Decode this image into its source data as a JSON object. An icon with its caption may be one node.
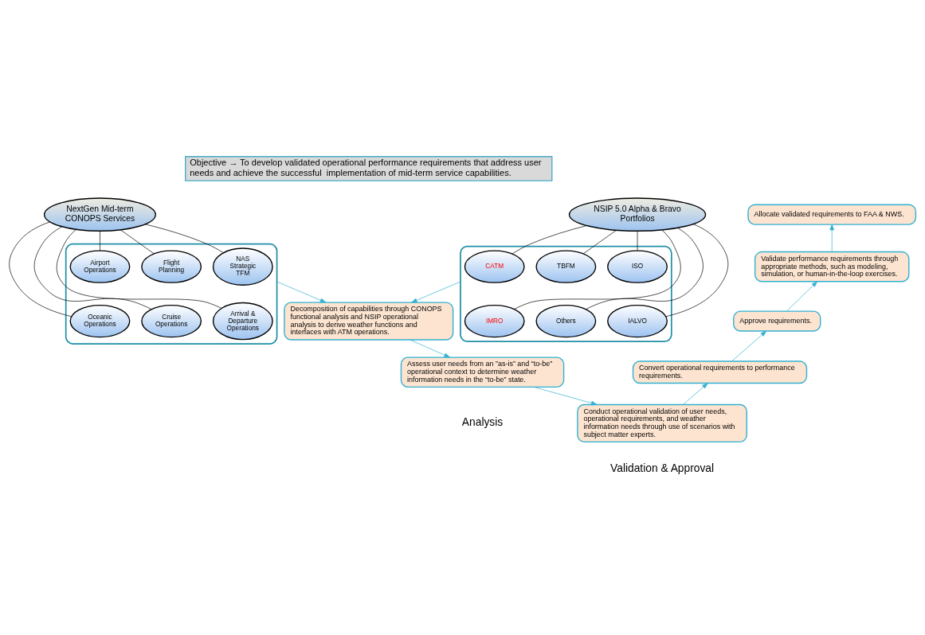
{
  "diagram": {
    "nodes": [
      {
        "text": [
          "Objective → To develop validated operational performance requirements that address user needs and achieve the successful  implementation of mid-term service capabilities."
        ]
      },
      {
        "text": [
          "NextGen Mid-term CONOPS Services"
        ]
      },
      {
        "text": [],
        "shape": "box"
      },
      {
        "text": [
          "NAS Strategic TFM"
        ],
        "in": 2
      },
      {
        "text": [
          "Flight Planning"
        ],
        "in": 2
      },
      {
        "text": [
          "Airport Operations"
        ],
        "in": 2
      },
      {
        "text": [
          "Arrival & Departure Operations"
        ],
        "in": 2
      },
      {
        "text": [
          "Cruise Operations"
        ],
        "in": 2
      },
      {
        "text": [
          "Oceanic Operations"
        ],
        "in": 2
      },
      {
        "text": [
          "NSIP 5.0 Alpha & Bravo Portfolios"
        ]
      },
      {
        "text": [],
        "shape": "box"
      },
      {
        "text": [
          "CATM"
        ],
        "in": 10
      },
      {
        "text": [
          "ISO"
        ],
        "in": 10
      },
      {
        "text": [
          "TBFM"
        ],
        "in": 10
      },
      {
        "text": [
          "IMRO"
        ],
        "in": 10
      },
      {
        "text": [
          "IALVO"
        ],
        "in": 10
      },
      {
        "text": [
          "Others"
        ],
        "in": 10
      },
      {
        "text": [
          "Decomposition of capabilities through CONOPS functional analysis and NSIP operational analysis to derive weather functions and interfaces with ATM operations."
        ]
      },
      {
        "text": [
          "Assess user needs from an ”as-is” and “to-be” operational context to determine weather information needs in the “to-be” state."
        ]
      },
      {
        "text": [
          "Conduct operational validation of user needs, operational requirements, and weather information needs through use of scenarios with subject matter experts."
        ]
      },
      {
        "text": [
          "Convert operational requirements to performance requirements."
        ]
      },
      {
        "text": [
          "Approve requirements."
        ]
      },
      {
        "text": [
          "Validate performance requirements through appropriate methods, such as modeling, simulation, or human-in-the-loop exercises."
        ]
      },
      {
        "text": [
          "Allocate validated requirements to FAA & NWS."
        ]
      }
    ],
    "edges": [
      {
        "from": 1,
        "to": 3,
        "arrow": "none"
      },
      {
        "from": 1,
        "to": 6,
        "arrow": "none"
      },
      {
        "from": 1,
        "to": 4,
        "arrow": "none"
      },
      {
        "from": 1,
        "to": 7,
        "arrow": "none"
      },
      {
        "from": 1,
        "to": 5,
        "arrow": "none"
      },
      {
        "from": 1,
        "to": 8,
        "arrow": "none"
      },
      {
        "from": 9,
        "to": 11,
        "arrow": "none"
      },
      {
        "from": 9,
        "to": 14,
        "arrow": "none"
      },
      {
        "from": 9,
        "to": 12,
        "arrow": "none"
      },
      {
        "from": 9,
        "to": 15,
        "arrow": "none"
      },
      {
        "from": 9,
        "to": 13,
        "arrow": "none"
      },
      {
        "from": 9,
        "to": 16,
        "arrow": "none"
      },
      {
        "from": 2,
        "to": 17,
        "arrow": "to",
        "color": "#31b0d0"
      },
      {
        "from": 10,
        "to": 17,
        "arrow": "to",
        "color": "#31b0d0"
      },
      {
        "from": 17,
        "to": 18,
        "arrow": "to",
        "color": "#31b0d0"
      },
      {
        "from": 18,
        "to": 19,
        "arrow": "to",
        "color": "#31b0d0"
      },
      {
        "from": 19,
        "to": 20,
        "arrow": "to",
        "color": "#31b0d0"
      },
      {
        "from": 20,
        "to": 21,
        "arrow": "to",
        "color": "#31b0d0"
      },
      {
        "from": 21,
        "to": 22,
        "arrow": "to",
        "color": "#31b0d0"
      },
      {
        "from": 22,
        "to": 23,
        "arrow": "to",
        "color": "#31b0d0"
      }
    ],
    "labels": [
      "Analysis",
      "Validation & Approval"
    ]
  }
}
